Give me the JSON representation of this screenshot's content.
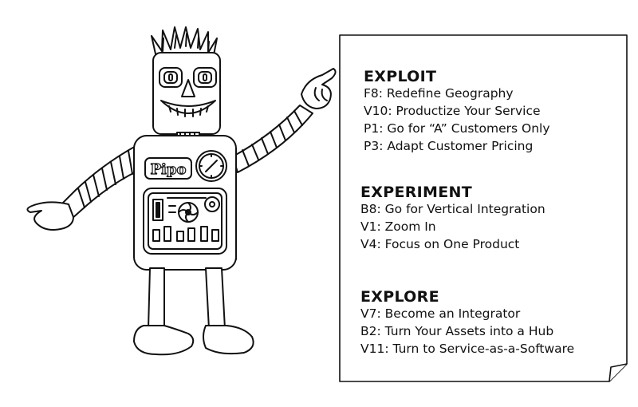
{
  "robot": {
    "badge_text": "Pipo"
  },
  "sections": [
    {
      "heading": "EXPLOIT",
      "items": [
        "F8: Redefine Geography",
        "V10: Productize Your Service",
        "P1: Go for “A” Customers Only",
        "P3: Adapt Customer Pricing"
      ]
    },
    {
      "heading": "EXPERIMENT",
      "items": [
        "B8: Go for Vertical Integration",
        "V1: Zoom In",
        "V4: Focus on One Product"
      ]
    },
    {
      "heading": "EXPLORE",
      "items": [
        "V7: Become an Integrator",
        "B2: Turn Your Assets into a Hub",
        "V11: Turn to Service-as-a-Software"
      ]
    }
  ]
}
